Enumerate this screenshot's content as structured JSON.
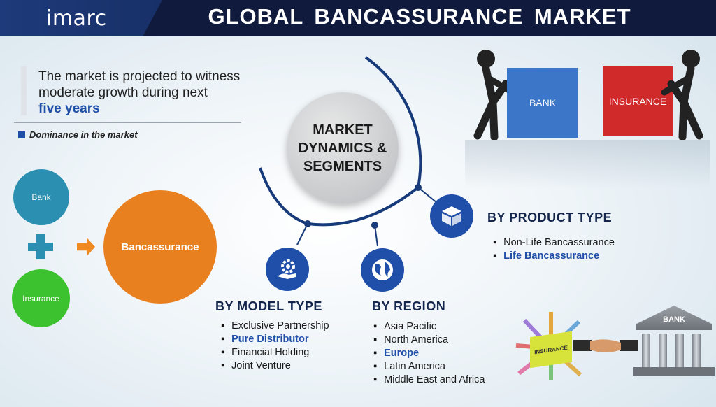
{
  "header": {
    "logo": "imarc",
    "title": "GLOBAL  BANCASSURANCE  MARKET"
  },
  "intro": {
    "line1": "The market is projected to witness",
    "line2": "moderate growth during next",
    "highlight": "five years"
  },
  "dominance": "Dominance in the market",
  "equation": {
    "bank": "Bank",
    "insurance": "Insurance",
    "result": "Bancassurance"
  },
  "center": {
    "line1": "MARKET",
    "line2": "DYNAMICS &",
    "line3": "SEGMENTS"
  },
  "segments": {
    "product": {
      "title": "BY  PRODUCT TYPE",
      "items": [
        "Non-Life Bancassurance",
        "Life Bancassurance"
      ],
      "highlight_index": 1
    },
    "model": {
      "title": "BY  MODEL TYPE",
      "items": [
        "Exclusive Partnership",
        "Pure Distributor",
        "Financial Holding",
        "Joint Venture"
      ],
      "highlight_index": 1
    },
    "region": {
      "title": "BY  REGION",
      "items": [
        "Asia Pacific",
        "North America",
        "Europe",
        "Latin America",
        "Middle East and Africa"
      ],
      "highlight_index": 2
    }
  },
  "illustration": {
    "puzzle_left": "BANK",
    "puzzle_right": "INSURANCE",
    "building_sign": "BANK",
    "block_label": "INSURANCE"
  },
  "colors": {
    "header": "#101a3c",
    "accent_blue": "#1f4fa8",
    "bank_circle": "#2a8fb0",
    "insurance_circle": "#3cc22e",
    "bancassurance_circle": "#e9801f"
  }
}
